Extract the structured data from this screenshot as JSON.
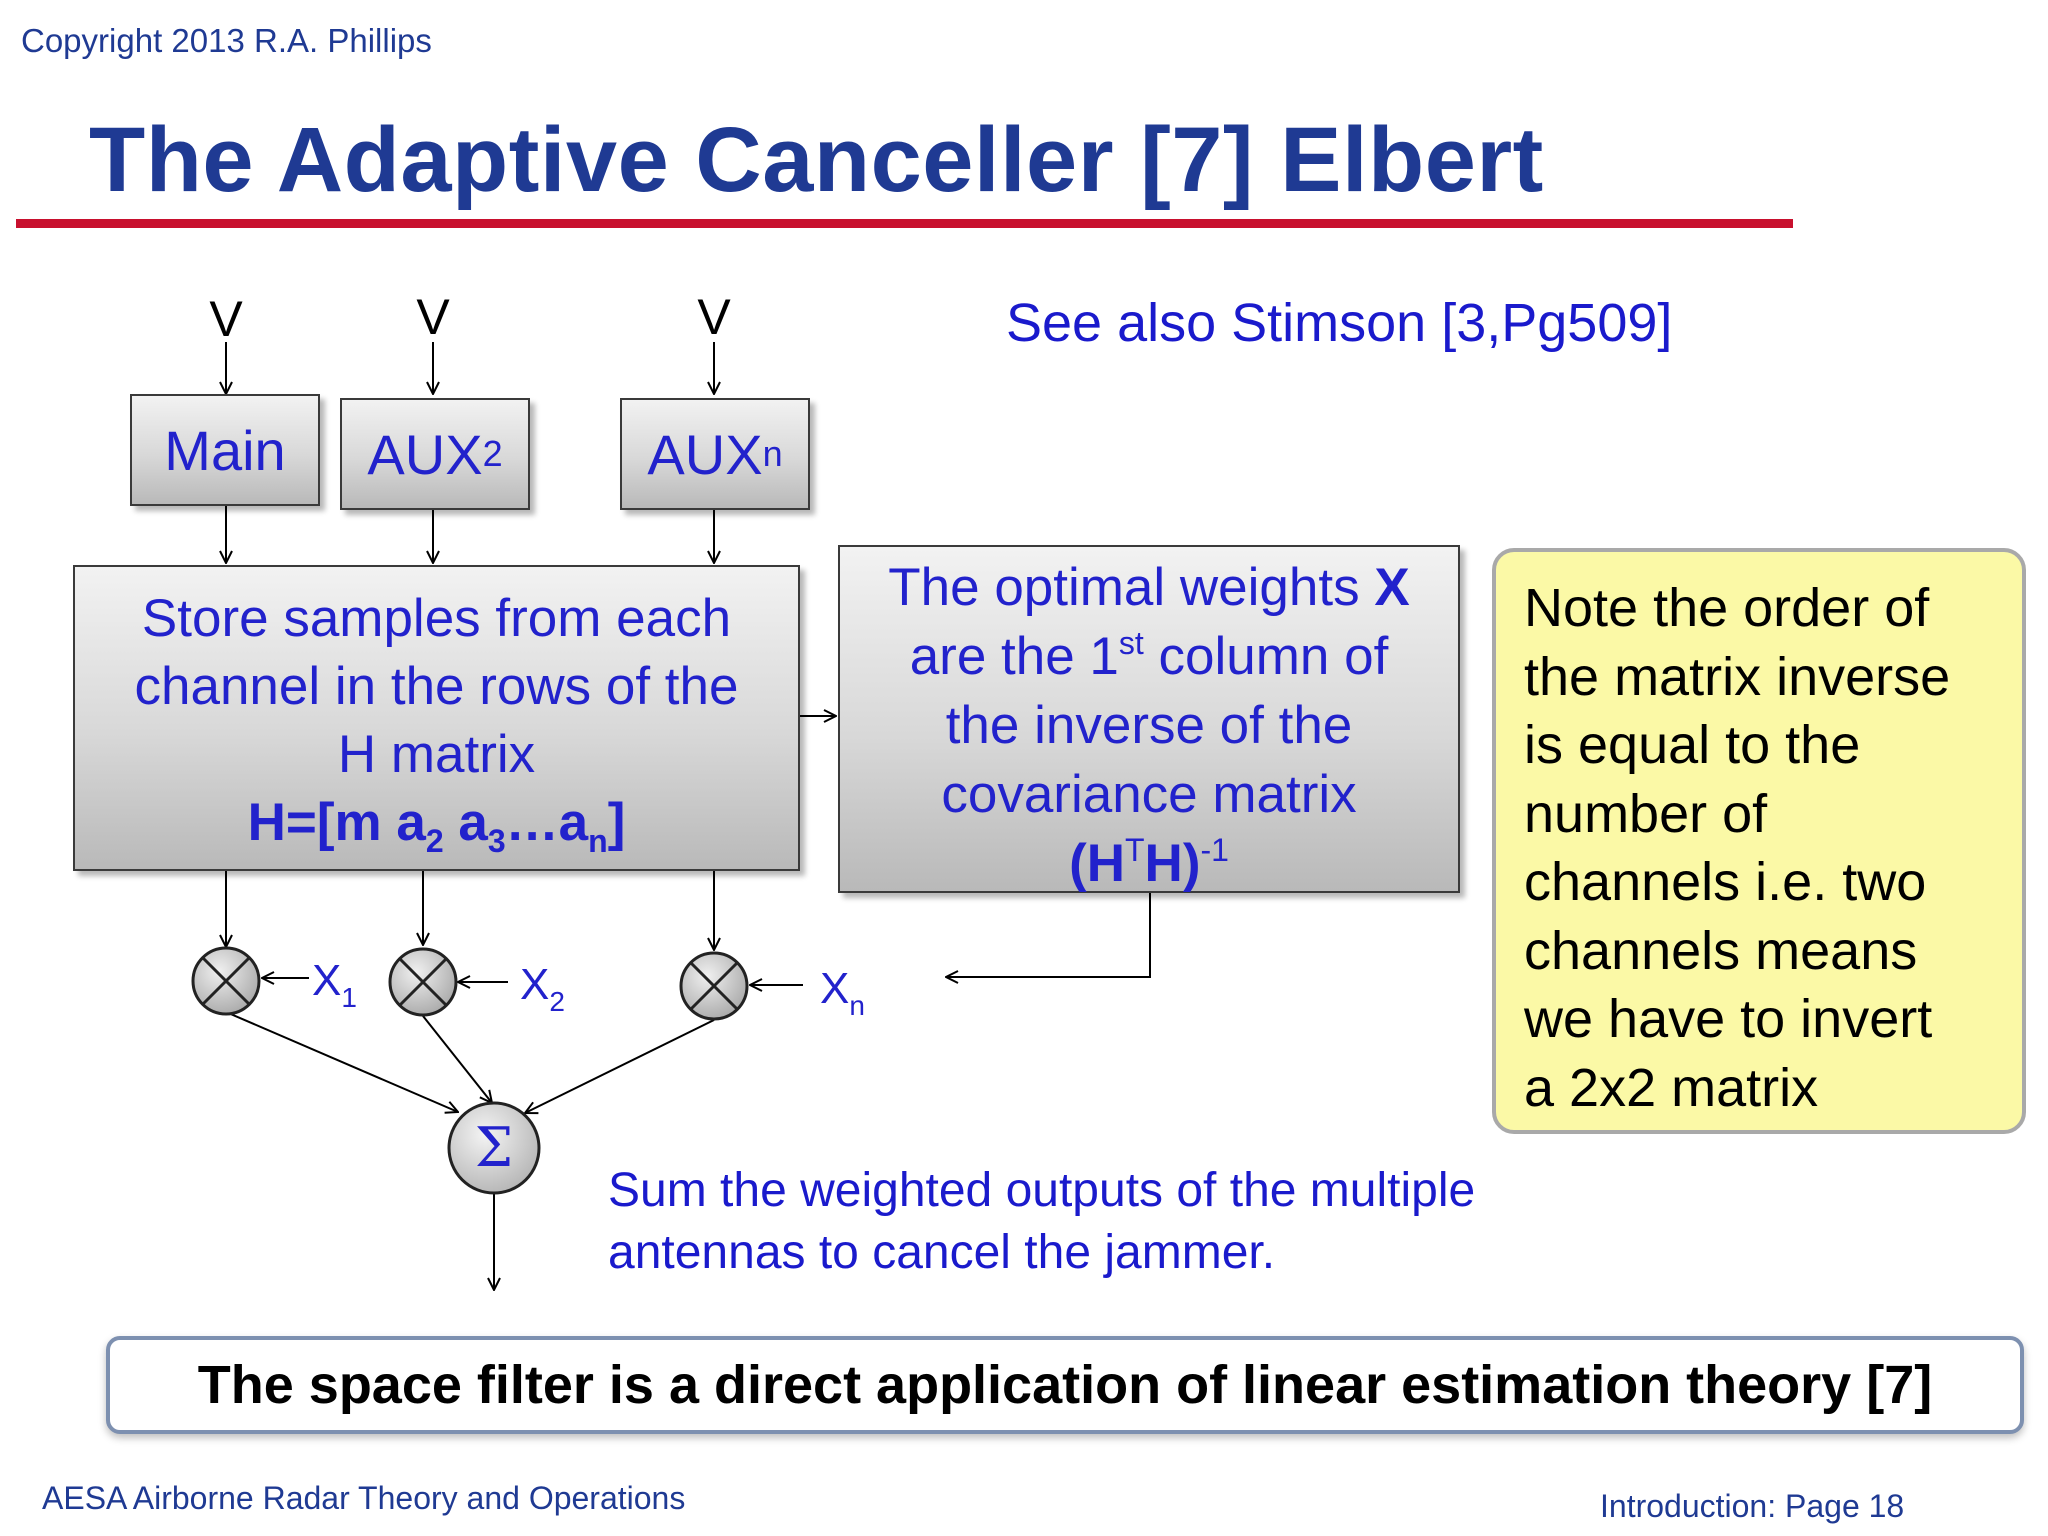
{
  "header": {
    "copyright": "Copyright 2013 R.A. Phillips",
    "title": "The Adaptive Canceller [7] Elbert",
    "rule_color": "#c8102e"
  },
  "diagram": {
    "inputs": [
      "V",
      "V",
      "V"
    ],
    "channels": {
      "main": "Main",
      "aux2_base": "AUX",
      "aux2_sub": "2",
      "auxn_base": "AUX",
      "auxn_sub": "n"
    },
    "store_box": {
      "line1": "Store samples from each",
      "line2": "channel in the rows of the",
      "line3": "H matrix",
      "formula_start": "H=[m a",
      "sub_a2": "2",
      "formula_a3": " a",
      "sub_a3": "3",
      "formula_an": "…a",
      "sub_an": "n",
      "formula_end": "]"
    },
    "optimal_box": {
      "line1": "The optimal weights ",
      "x_bold": "X",
      "line2_a": "are the 1",
      "line2_sup": "st",
      "line2_b": " column of",
      "line3": "the inverse of the",
      "line4": "covariance matrix",
      "f_open": "(H",
      "f_sup_t": "T",
      "f_h": "H)",
      "f_sup_inv": "-1"
    },
    "weights": [
      {
        "base": "X",
        "sub": "1"
      },
      {
        "base": "X",
        "sub": "2"
      },
      {
        "base": "X",
        "sub": "n"
      }
    ],
    "summer_symbol": "Σ",
    "sum_text_line1": "Sum the weighted outputs of the multiple",
    "sum_text_line2": "antennas to cancel the jammer."
  },
  "see_also": "See also Stimson [3,Pg509]",
  "note": {
    "lines": [
      "Note the order of",
      "the matrix inverse",
      "is equal to the",
      "number of",
      "channels i.e. two",
      "channels means",
      "we have to invert",
      "a 2x2 matrix"
    ],
    "bg_color": "#fbf9a6"
  },
  "conclusion": "The space filter is a direct application of linear estimation theory [7]",
  "footer": {
    "left": "AESA Airborne Radar Theory and Operations",
    "right": "Introduction:  Page 18"
  }
}
